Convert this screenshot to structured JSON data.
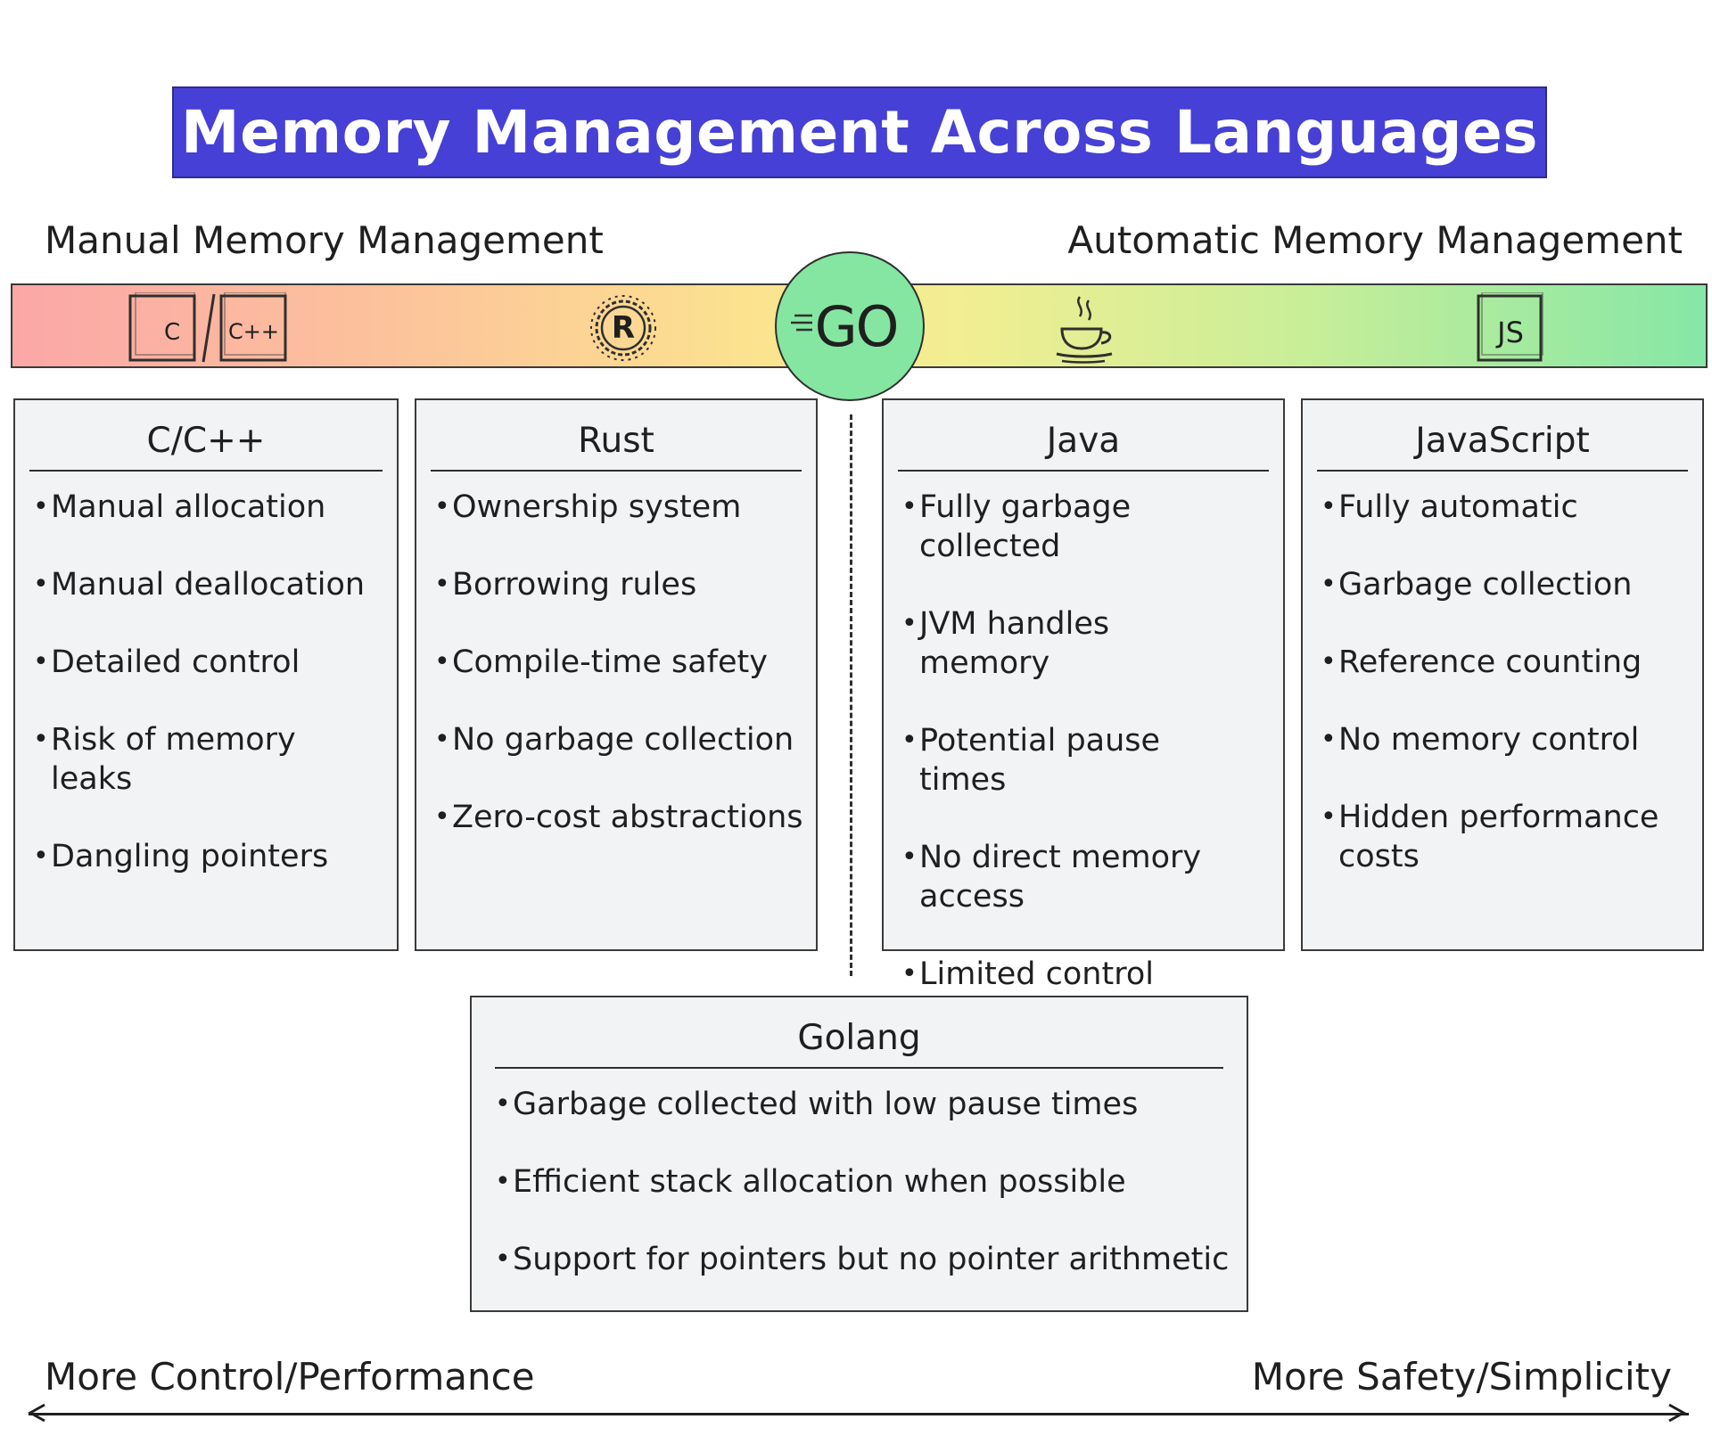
{
  "title": "Memory Management Across Languages",
  "top_labels": {
    "left": "Manual Memory Management",
    "right": "Automatic Memory Management"
  },
  "spectrum_icons": {
    "c": "C",
    "cpp": "C++",
    "rust": "R",
    "go": "GO",
    "js": "JS"
  },
  "cards": [
    {
      "title": "C/C++",
      "items": [
        "Manual allocation",
        "Manual deallocation",
        "Detailed control",
        "Risk of memory leaks",
        "Dangling pointers"
      ]
    },
    {
      "title": "Rust",
      "items": [
        "Ownership system",
        "Borrowing rules",
        "Compile-time safety",
        "No garbage collection",
        "Zero-cost abstractions"
      ]
    },
    {
      "title": "Java",
      "items": [
        "Fully garbage collected",
        "JVM handles memory",
        "Potential pause times",
        "No direct memory access",
        "Limited control"
      ]
    },
    {
      "title": "JavaScript",
      "items": [
        "Fully automatic",
        "Garbage collection",
        "Reference counting",
        "No memory control",
        "Hidden performance costs"
      ]
    },
    {
      "title": "Golang",
      "items": [
        "Garbage collected with low pause times",
        "Efficient stack allocation when possible",
        "Support for pointers but no pointer arithmetic"
      ]
    }
  ],
  "bottom_labels": {
    "left": "More Control/Performance",
    "right": "More Safety/Simplicity"
  },
  "colors": {
    "title_bg": "#4640d6",
    "go_circle": "#85e6a2",
    "card_bg": "#f1f3f5"
  }
}
